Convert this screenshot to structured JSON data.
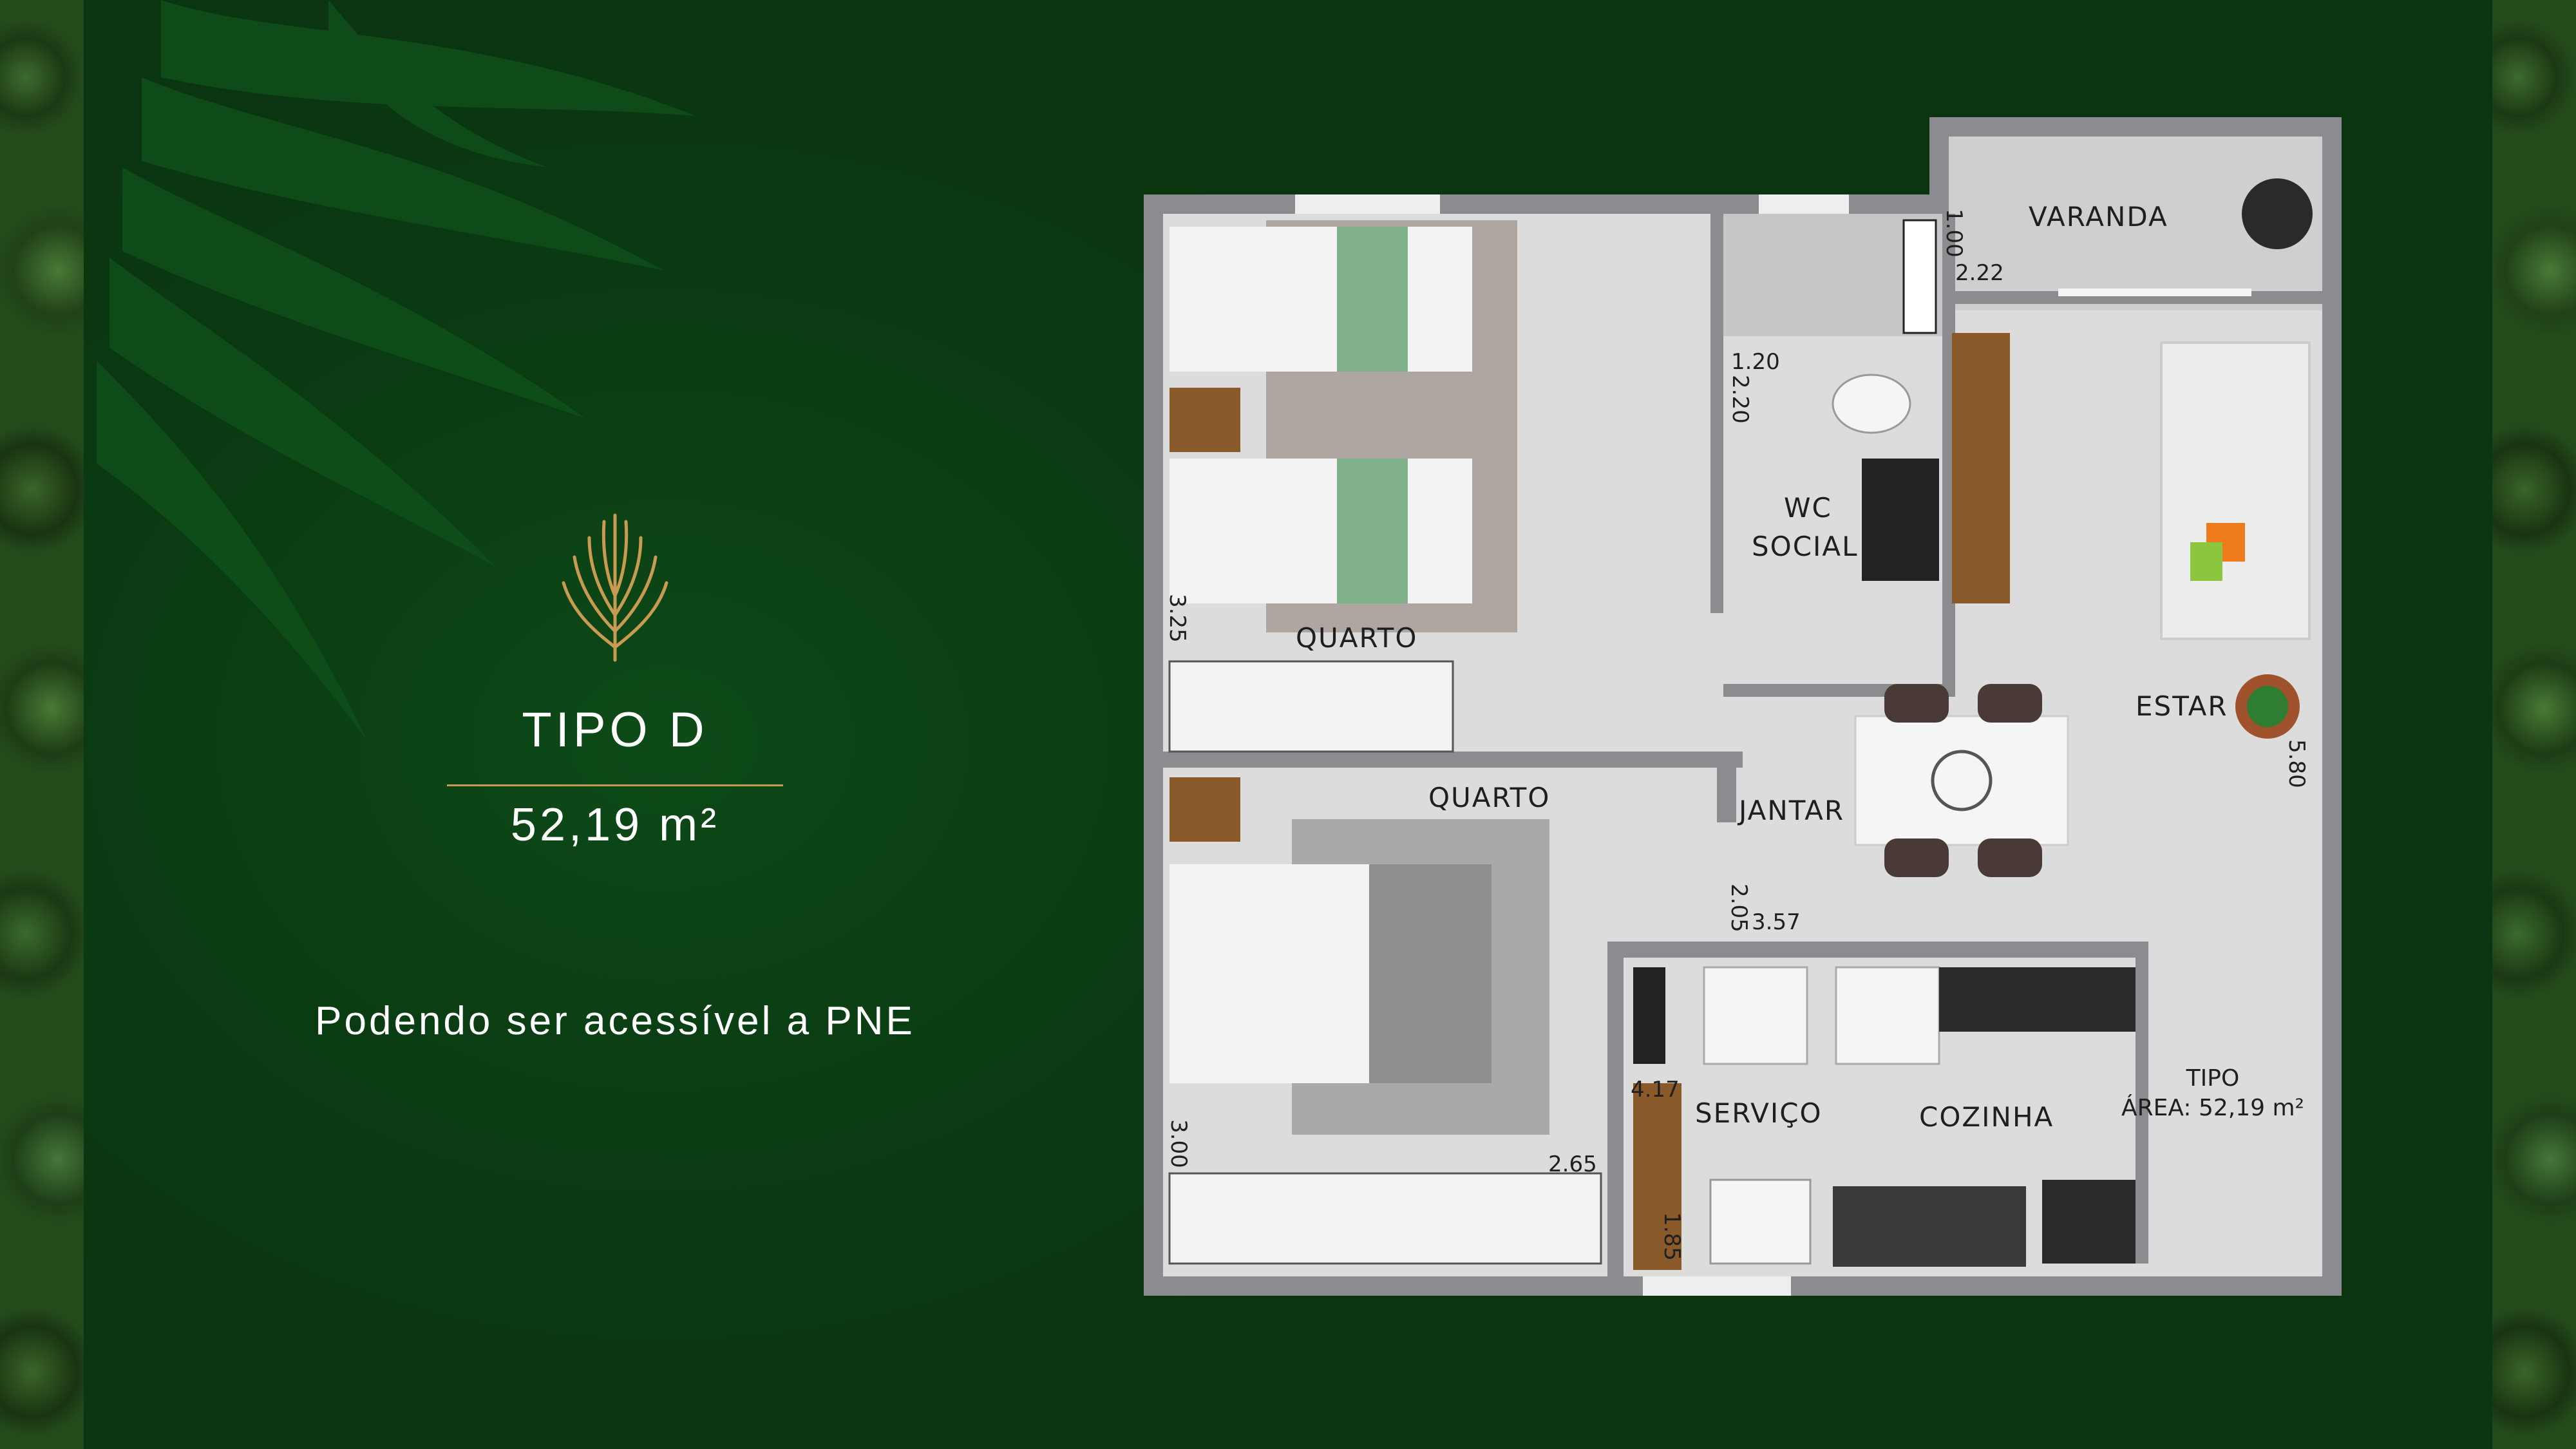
{
  "unit": {
    "title": "TIPO D",
    "area": "52,19 m²",
    "note": "Podendo ser acessível a PNE"
  },
  "plan": {
    "rooms": {
      "quarto_1": "QUARTO",
      "quarto_2": "QUARTO",
      "wc_line1": "WC",
      "wc_line2": "SOCIAL",
      "varanda": "VARANDA",
      "estar": "ESTAR",
      "jantar": "JANTAR",
      "servico": "SERVIÇO",
      "cozinha": "COZINHA"
    },
    "dimensions": {
      "varanda_h": "1.00",
      "varanda_w": "2.22",
      "wc_w": "1.20",
      "wc_h": "2.20",
      "quarto1_w": "3.25",
      "estar_h": "5.80",
      "hall_w": "2.05",
      "jantar_w": "3.57",
      "servico_w": "4.17",
      "quarto2_h": "3.00",
      "quarto2_w": "2.65",
      "servico_h": "1.85"
    },
    "stamp": {
      "line1": "TIPO",
      "line2": "ÁREA: 52,19 m²"
    }
  },
  "colors": {
    "background": "#0a3a10",
    "accent_gold": "#c89a52",
    "wall": "#8c8c90",
    "floor": "#d9d9d9"
  }
}
